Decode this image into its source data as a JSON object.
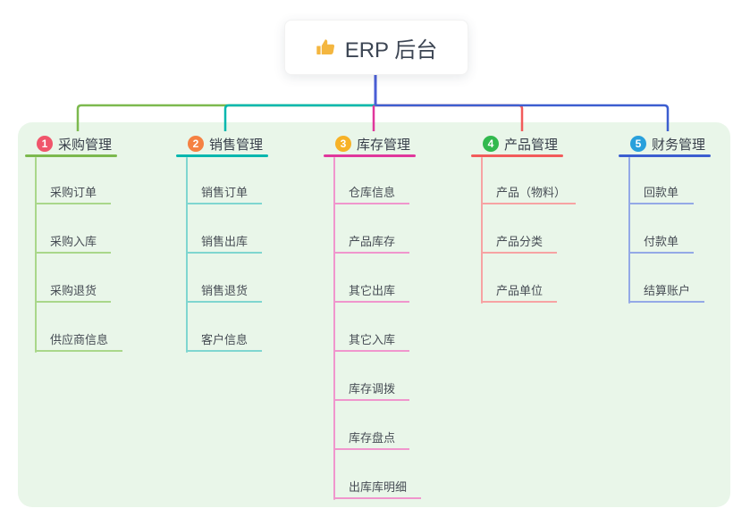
{
  "root": {
    "icon": "thumbs-up-icon",
    "label": "ERP 后台"
  },
  "colors": {
    "panel_background": "#e9f6e9",
    "root_connector": "#4a5ed6",
    "root_text": "#3c4553",
    "thumb_icon": "#f4b63f"
  },
  "branches": [
    {
      "number": "1",
      "label": "采购管理",
      "badge_color": "#f0556b",
      "line_color": "#7cb94e",
      "child_line_color": "#a9d78a",
      "children": [
        "采购订单",
        "采购入库",
        "采购退货",
        "供应商信息"
      ]
    },
    {
      "number": "2",
      "label": "销售管理",
      "badge_color": "#f58142",
      "line_color": "#00b7ae",
      "child_line_color": "#7fd6d0",
      "children": [
        "销售订单",
        "销售出库",
        "销售退货",
        "客户信息"
      ]
    },
    {
      "number": "3",
      "label": "库存管理",
      "badge_color": "#f7b227",
      "line_color": "#e0379c",
      "child_line_color": "#f096cd",
      "children": [
        "仓库信息",
        "产品库存",
        "其它出库",
        "其它入库",
        "库存调拨",
        "库存盘点",
        "出库库明细"
      ]
    },
    {
      "number": "4",
      "label": "产品管理",
      "badge_color": "#32b94e",
      "line_color": "#f25b5b",
      "child_line_color": "#f7a3a3",
      "children": [
        "产品（物料）",
        "产品分类",
        "产品单位"
      ]
    },
    {
      "number": "5",
      "label": "财务管理",
      "badge_color": "#28a0dc",
      "line_color": "#3c5ed0",
      "child_line_color": "#94a9e6",
      "children": [
        "回款单",
        "付款单",
        "结算账户"
      ]
    }
  ]
}
